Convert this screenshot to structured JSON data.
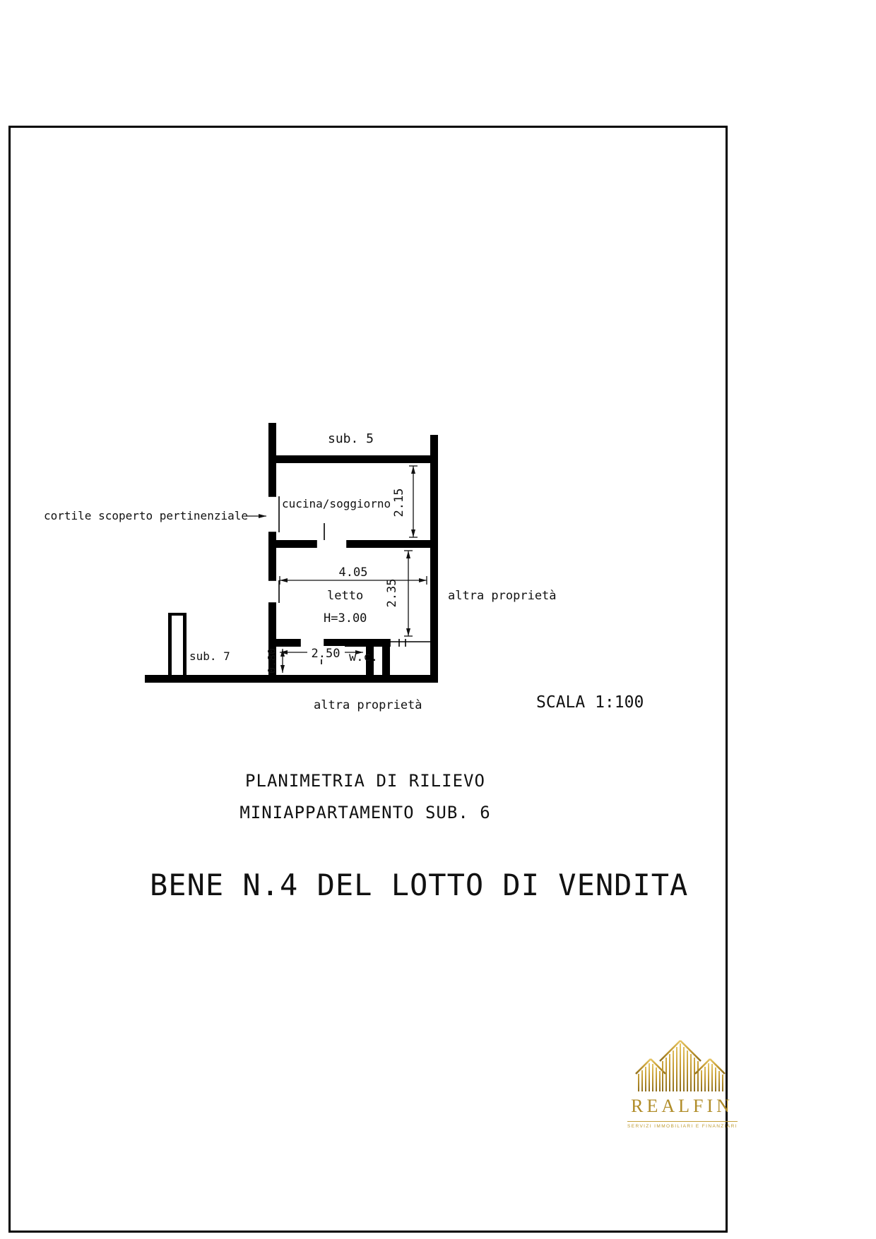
{
  "plan": {
    "labels": {
      "sub5": "sub. 5",
      "cucina": "cucina/soggiorno",
      "cortile": "cortile scoperto pertinenziale",
      "letto": "letto",
      "altezza": "H=3.00",
      "altra_destra": "altra proprietà",
      "sub7": "sub. 7",
      "wc": "w.c.",
      "altra_basso": "altra proprietà"
    },
    "dimensions": {
      "cucina_prof": "2.15",
      "letto_lungh": "4.05",
      "letto_prof": "2.35",
      "wc_lungh": "2.50",
      "wc_prof": "0.80"
    },
    "scale": "SCALA 1:100"
  },
  "captions": {
    "line1": "PLANIMETRIA DI RILIEVO",
    "line2": "MINIAPPARTAMENTO SUB. 6",
    "title": "BENE N.4 DEL LOTTO DI VENDITA"
  },
  "logo": {
    "name": "REALFIN",
    "tagline": "SERVIZI IMMOBILIARI E FINANZIARI",
    "gold": "#b9922d"
  }
}
